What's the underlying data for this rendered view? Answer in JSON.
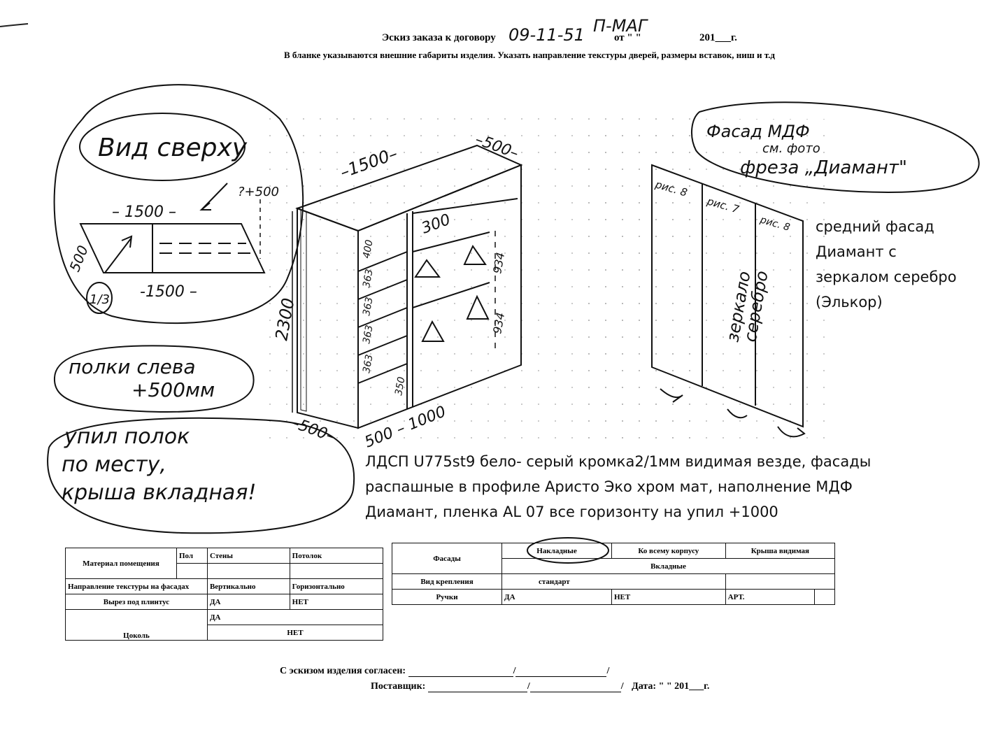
{
  "header": {
    "title": "Эскиз заказа к договору",
    "order_no": "09-11-51",
    "order_tag": "П-МАГ",
    "date_from": "от \"     \"",
    "year": "201___г.",
    "subtitle": "В бланке указываются внешние габариты изделия. Указать направление текстуры дверей, размеры вставок, ниш и т.д"
  },
  "top_view": {
    "label": "Вид сверху",
    "dim_top": "– 1500 –",
    "dim_bottom": "-1500 –",
    "dim_side": "500",
    "dim_ext": "?+500",
    "fraction": "1/3"
  },
  "notes_left": {
    "shelves": [
      "полки слева",
      "+500мм"
    ],
    "rule": [
      "упил полок",
      "по месту,",
      "крыша вкладная!"
    ]
  },
  "cabinet": {
    "width": "–1500–",
    "depth": "–500–",
    "height": "2300",
    "bottom_right": "500 – 1000",
    "bottom_left": "–500–",
    "top_shelf": "300",
    "shelves": [
      "400",
      "363",
      "363",
      "363",
      "363",
      "350"
    ],
    "hang_upper": "934",
    "hang_lower": "934"
  },
  "facade": {
    "note": [
      "Фасад МДФ",
      "см. фото",
      "фреза „Диамант\""
    ],
    "panels": [
      "рис. 8",
      "рис. 7",
      "рис. 8"
    ],
    "mirror": [
      "зеркало",
      "серебро"
    ]
  },
  "typed_note_right": [
    "средний фасад",
    "Диамант с",
    "зеркалом серебро",
    "(Элькор)"
  ],
  "typed_note_main": [
    "ЛДСП U775st9 бело- серый кромка2/1мм видимая везде, фасады",
    "распашные в профиле Аристо Эко хром мат, наполнение МДФ",
    "Диамант, пленка AL 07 все горизонту на упил +1000"
  ],
  "table_left": {
    "material": "Материал помещения",
    "floor": "Пол",
    "walls": "Стены",
    "ceiling": "Потолок",
    "texture": "Направление текстуры на фасадах",
    "vertical": "Вертикально",
    "horizontal": "Горизонтально",
    "cutout": "Вырез под плинтус",
    "yes": "ДА",
    "no": "НЕТ",
    "plinth": "Цоколь",
    "plinth_yes": "ДА",
    "plinth_no": "НЕТ"
  },
  "table_right": {
    "overlay": "Накладные",
    "whole_body": "Ко всему корпусу",
    "roof_visible": "Крыша видимая",
    "facades": "Фасады",
    "inset": "Вкладные",
    "mount": "Вид крепления",
    "standard": "стандарт",
    "handles": "Ручки",
    "yes": "ДА",
    "no": "НЕТ",
    "art": "АРТ."
  },
  "signatures": {
    "agreed": "С эскизом изделия согласен:",
    "supplier": "Поставщик:",
    "date": "Дата: \"    \"     201___г."
  }
}
